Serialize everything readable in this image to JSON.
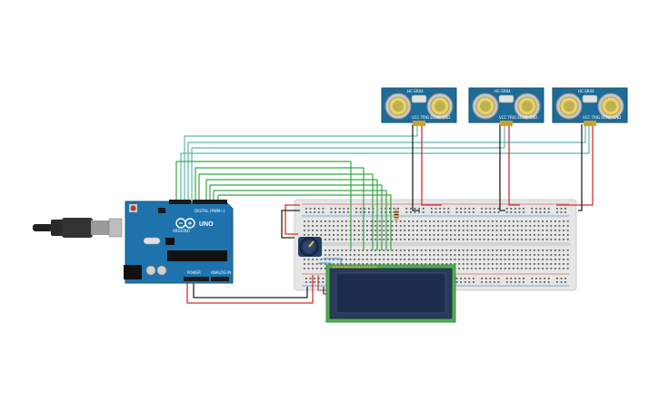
{
  "arduino": {
    "brand": "UNO",
    "digital_label": "DIGITAL (PWM~)",
    "power_label": "POWER",
    "analog_label": "ANALOG IN",
    "logo": "ARDUINO"
  },
  "sensors": [
    {
      "model": "HC-SR04",
      "pins": "VCC TRIG ECHO GND"
    },
    {
      "model": "HC-SR04",
      "pins": "VCC TRIG ECHO GND"
    },
    {
      "model": "HC-SR04",
      "pins": "VCC TRIG ECHO GND"
    }
  ],
  "colors": {
    "arduino_board": "#1f6fa8",
    "sensor_board": "#1e6f9c",
    "lcd_frame": "#4caf50",
    "lcd_screen": "#1b2b4a",
    "breadboard": "#e4e4e4",
    "wire_red": "#d32f2f",
    "wire_black": "#222222",
    "wire_green": "#2e9e3a",
    "wire_teal": "#4fb3a9"
  }
}
